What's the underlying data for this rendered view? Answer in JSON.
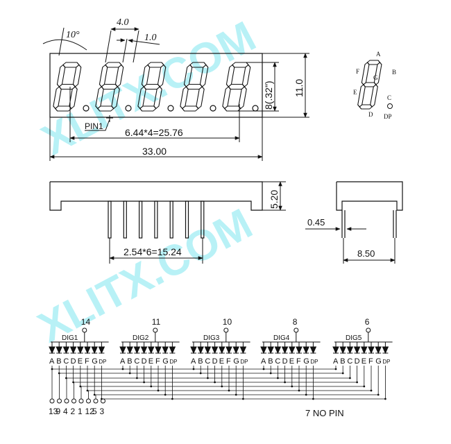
{
  "watermark": "XLITX.COM",
  "front_view": {
    "angle": "10°",
    "seg_spacing": "4.0",
    "seg_width": "1.0",
    "digit_height": "8(.32\")",
    "height": "11.0",
    "pin1": "PIN1",
    "pitch": "6.44*4=25.76",
    "width": "33.00"
  },
  "side_view": {
    "body_height": "5.20",
    "pin_pitch": "2.54*6=15.24"
  },
  "end_view": {
    "pin_thickness": "0.45",
    "depth": "8.50"
  },
  "segment_legend": {
    "labels": [
      "A",
      "B",
      "C",
      "D",
      "E",
      "F",
      "G",
      "DP"
    ]
  },
  "schematic": {
    "digits": [
      {
        "name": "DIG1",
        "pin": "14"
      },
      {
        "name": "DIG2",
        "pin": "11"
      },
      {
        "name": "DIG3",
        "pin": "10"
      },
      {
        "name": "DIG4",
        "pin": "8"
      },
      {
        "name": "DIG5",
        "pin": "6"
      }
    ],
    "segments": [
      "A",
      "B",
      "C",
      "D",
      "E",
      "F",
      "G",
      "DP"
    ],
    "segment_pins": [
      "13",
      "9",
      "4",
      "2",
      "1",
      "12",
      "5",
      "3"
    ],
    "note": "7 NO PIN"
  }
}
